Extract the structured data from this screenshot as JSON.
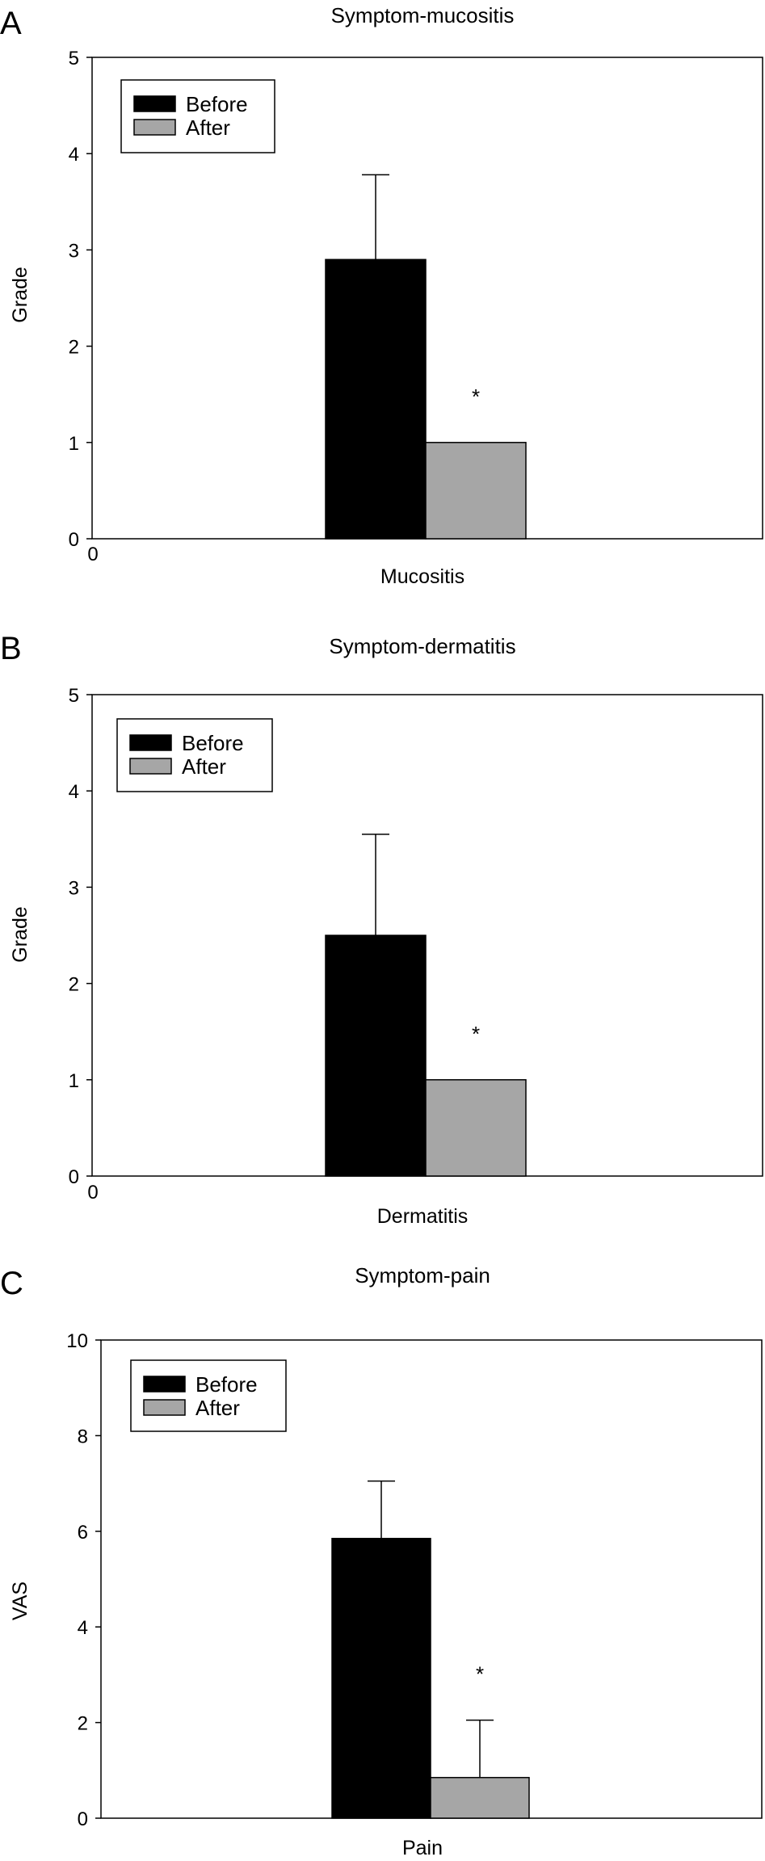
{
  "chart_data": [
    {
      "panel": "A",
      "type": "bar",
      "title": "Symptom-mucositis",
      "xlabel": "Mucositis",
      "ylabel": "Grade",
      "ylim": [
        0,
        5
      ],
      "yticks": [
        "0",
        "1",
        "2",
        "3",
        "4",
        "5"
      ],
      "x_origin_label": "0",
      "categories": [
        "Mucositis"
      ],
      "series": [
        {
          "name": "Before",
          "values": [
            2.9
          ],
          "error": [
            0.88
          ],
          "color": "#000000"
        },
        {
          "name": "After",
          "values": [
            1.0
          ],
          "error": [
            0
          ],
          "color": "#a6a6a6"
        }
      ],
      "annotation": "*",
      "legend": "top-left",
      "grid": false
    },
    {
      "panel": "B",
      "type": "bar",
      "title": "Symptom-dermatitis",
      "xlabel": "Dermatitis",
      "ylabel": "Grade",
      "ylim": [
        0,
        5
      ],
      "yticks": [
        "0",
        "1",
        "2",
        "3",
        "4",
        "5"
      ],
      "x_origin_label": "0",
      "categories": [
        "Dermatitis"
      ],
      "series": [
        {
          "name": "Before",
          "values": [
            2.5
          ],
          "error": [
            1.05
          ],
          "color": "#000000"
        },
        {
          "name": "After",
          "values": [
            1.0
          ],
          "error": [
            0
          ],
          "color": "#a6a6a6"
        }
      ],
      "annotation": "*",
      "legend": "top-left",
      "grid": false
    },
    {
      "panel": "C",
      "type": "bar",
      "title": "Symptom-pain",
      "xlabel": "Pain",
      "ylabel": "VAS",
      "ylim": [
        0,
        10
      ],
      "yticks": [
        "0",
        "2",
        "4",
        "6",
        "8",
        "10"
      ],
      "x_origin_label": "",
      "categories": [
        "Pain"
      ],
      "series": [
        {
          "name": "Before",
          "values": [
            5.85
          ],
          "error": [
            1.2
          ],
          "color": "#000000"
        },
        {
          "name": "After",
          "values": [
            0.85
          ],
          "error": [
            1.2
          ],
          "color": "#a6a6a6"
        }
      ],
      "annotation": "*",
      "legend": "top-left",
      "grid": false
    }
  ]
}
